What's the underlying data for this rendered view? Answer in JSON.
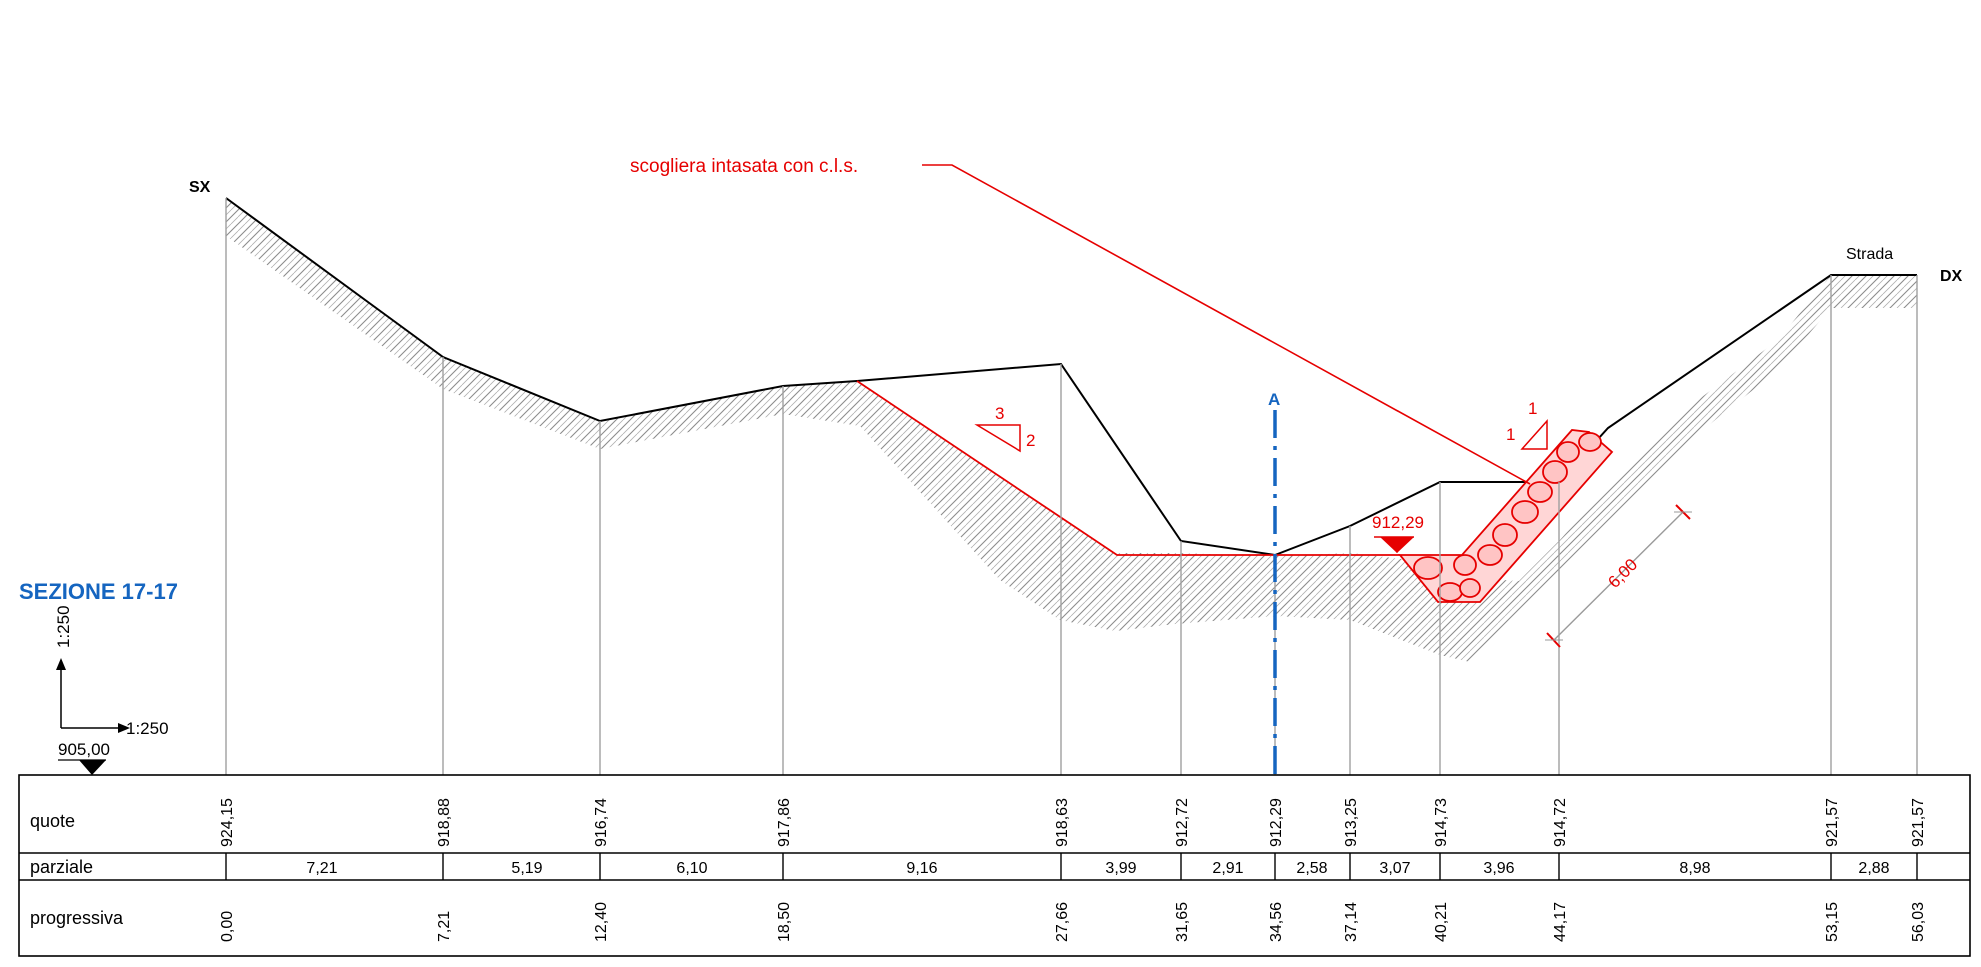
{
  "section_title": "SEZIONE 17-17",
  "left_label": "SX",
  "right_label": "DX",
  "road_label": "Strada",
  "axis_label": "A",
  "callout": "scogliera intasata con c.l.s.",
  "water_level": "912,29",
  "riprap_thickness": "6,00",
  "slope_left": {
    "run": "3",
    "rise": "2"
  },
  "slope_right": {
    "run": "1",
    "rise": "1"
  },
  "scale_vertical": "1:250",
  "scale_horizontal": "1:250",
  "datum": "905,00",
  "colors": {
    "title": "#1565c0",
    "red": "#e60000",
    "axis": "#1565c0",
    "ground": "#000000",
    "hatch": "#9a9a9a"
  },
  "table": {
    "row_labels": {
      "quote": "quote",
      "parziale": "parziale",
      "progressiva": "progressiva"
    },
    "quote": [
      "924,15",
      "918,88",
      "916,74",
      "917,86",
      "918,63",
      "912,72",
      "912,29",
      "913,25",
      "914,73",
      "914,72",
      "921,57",
      "921,57"
    ],
    "parziale": [
      "7,21",
      "5,19",
      "6,10",
      "9,16",
      "3,99",
      "2,91",
      "2,58",
      "3,07",
      "3,96",
      "8,98",
      "2,88"
    ],
    "progressiva": [
      "0,00",
      "7,21",
      "12,40",
      "18,50",
      "27,66",
      "31,65",
      "34,56",
      "37,14",
      "40,21",
      "44,17",
      "53,15",
      "56,03"
    ]
  }
}
